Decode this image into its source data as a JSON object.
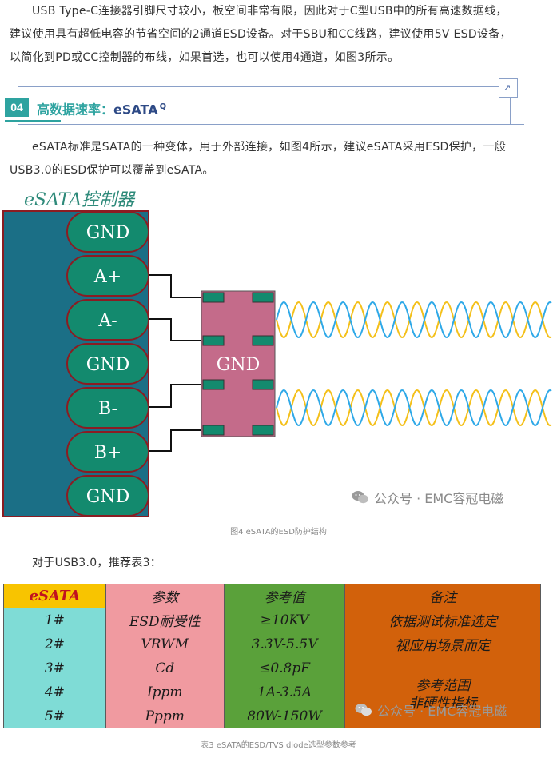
{
  "intro_paragraph": {
    "lines": [
      "USB Type-C连接器引脚尺寸较小，板空间非常有限，因此对于C型USB中的所有高速数据线，",
      "建议使用具有超低电容的节省空间的2通道ESD设备。对于SBU和CC线路，建议使用5V ESD设备，",
      "以简化到PD或CC控制器的布线，如果首选，也可以使用4通道，如图3所示。"
    ]
  },
  "section": {
    "number": "04",
    "title_cn": "高数据速率：",
    "title_en": "eSATA",
    "title_sup": "Q"
  },
  "esata_paragraph": {
    "lines": [
      "eSATA标准是SATA的一种变体，用于外部连接，如图4所示，建议eSATA采用ESD保护，一般",
      "USB3.0的ESD保护可以覆盖到eSATA。"
    ]
  },
  "figure4": {
    "title": "eSATA控制器",
    "pins": [
      "GND",
      "A+",
      "A-",
      "GND",
      "B-",
      "B+",
      "GND"
    ],
    "center_label": "GND",
    "watermark": "公众号 · EMC容冠电磁",
    "caption": "图4 eSATA的ESD防护结构",
    "colors": {
      "connector_body": "#1b6f86",
      "connector_border": "#8b1c22",
      "pin_fill": "#138a6e",
      "esd_package": "#c46b8a",
      "pad": "#138a6e",
      "wave_blue": "#2fa9e8",
      "wave_yellow": "#f4c01a"
    }
  },
  "usb30_intro": "对于USB3.0，推荐表3：",
  "table3": {
    "header": [
      "eSATA",
      "参数",
      "参考值",
      "备注"
    ],
    "rows": [
      [
        "1#",
        "ESD耐受性",
        "≥10KV",
        "依据测试标准选定"
      ],
      [
        "2#",
        "VRWM",
        "3.3V-5.5V",
        "视应用场景而定"
      ],
      [
        "3#",
        "Cd",
        "≤0.8pF",
        ""
      ],
      [
        "4#",
        "Ippm",
        "1A-3.5A",
        ""
      ],
      [
        "5#",
        "Pppm",
        "80W-150W",
        ""
      ]
    ],
    "merged_note_lines": [
      "参考范围",
      "非硬性指标"
    ],
    "watermark": "公众号 · EMC容冠电磁",
    "caption": "表3 eSATA的ESD/TVS diode选型参数参考",
    "colors": {
      "col1": "#7fdcd6",
      "col2": "#f09aa0",
      "col3": "#5aa13a",
      "col4": "#d2610b",
      "header_col1": "#f8c400",
      "header_col1_text": "#c1121f"
    }
  }
}
